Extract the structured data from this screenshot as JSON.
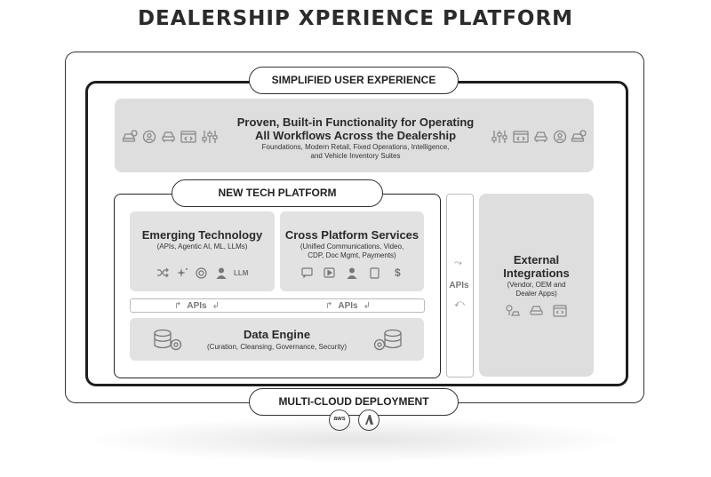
{
  "title": "DEALERSHIP XPERIENCE PLATFORM",
  "simplified": {
    "label": "SIMPLIFIED USER EXPERIENCE",
    "heading_line1": "Proven, Built-in Functionality for Operating",
    "heading_line2": "All Workflows Across the Dealership",
    "sub_line1": "Foundations, Modern Retail, Fixed Operations, Intelligence,",
    "sub_line2": "and Vehicle Inventory Suites",
    "icons_left": [
      "car-chat-icon",
      "user-gear-icon",
      "car-front-icon",
      "code-window-icon",
      "sliders-icon"
    ],
    "icons_right": [
      "sliders-icon",
      "code-window-icon",
      "car-front-icon",
      "user-gear-icon",
      "car-chat-icon"
    ]
  },
  "new_tech": {
    "label": "NEW TECH PLATFORM",
    "emerging": {
      "title": "Emerging Technology",
      "sub": "(APIs, Agentic AI, ML, LLMs)",
      "icons": [
        "shuffle-icon",
        "sparkle-icon",
        "ai-chip-icon",
        "person-icon"
      ],
      "llm": "LLM"
    },
    "cross": {
      "title": "Cross Platform Services",
      "sub_line1": "(Unified Communications, Video,",
      "sub_line2": "CDP, Doc Mgmt, Payments)",
      "icons": [
        "chat-icon",
        "video-play-icon",
        "person-icon",
        "document-icon",
        "dollar-icon"
      ]
    },
    "apis_left": "APIs",
    "apis_right": "APIs",
    "data_engine": {
      "title": "Data Engine",
      "sub": "(Curation, Cleansing, Governance, Security)"
    }
  },
  "vertical_apis": "APIs",
  "external": {
    "title_line1": "External",
    "title_line2": "Integrations",
    "sub_line1": "(Vendor, OEM and",
    "sub_line2": "Dealer Apps)",
    "icons": [
      "car-key-icon",
      "car-front-icon",
      "code-window-icon"
    ]
  },
  "multicloud": {
    "label": "MULTI-CLOUD DEPLOYMENT",
    "logos": [
      "aws",
      "azure"
    ]
  },
  "colors": {
    "panel_grey": "#dedede",
    "text_dark": "#2b2b2b",
    "border": "#1e1e1e"
  }
}
